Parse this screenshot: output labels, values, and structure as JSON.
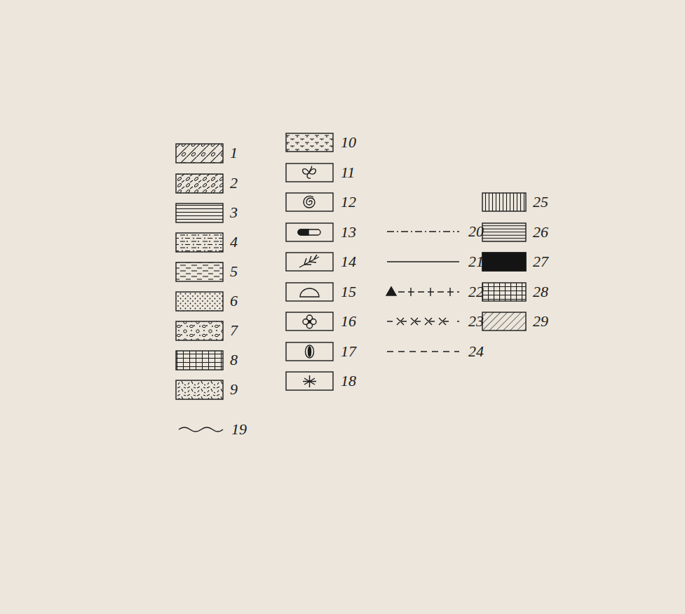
{
  "diagram": {
    "legend": [
      {
        "text": "1"
      },
      {
        "text": "2"
      },
      {
        "text": "3"
      },
      {
        "text": "4"
      },
      {
        "text": "5"
      },
      {
        "text": "6"
      },
      {
        "text": "7"
      },
      {
        "text": "8"
      },
      {
        "text": "9"
      },
      {
        "text": "10"
      },
      {
        "text": "11"
      },
      {
        "text": "12"
      },
      {
        "text": "13"
      },
      {
        "text": "14"
      },
      {
        "text": "15"
      },
      {
        "text": "16"
      },
      {
        "text": "17"
      },
      {
        "text": "18"
      },
      {
        "text": "19"
      },
      {
        "text": "20"
      },
      {
        "text": "21"
      },
      {
        "text": "22"
      },
      {
        "text": "23"
      },
      {
        "text": "24"
      },
      {
        "text": "25"
      },
      {
        "text": "26"
      },
      {
        "text": "27",
        "color": "#141414"
      },
      {
        "text": "28"
      },
      {
        "text": "29"
      }
    ]
  }
}
